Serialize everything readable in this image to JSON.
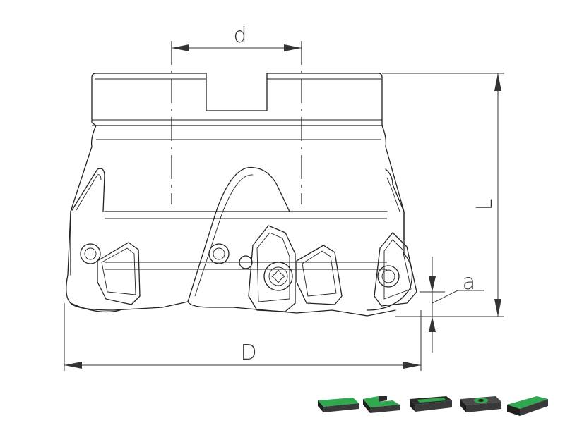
{
  "dimensions": {
    "d": "d",
    "L": "L",
    "a": "a",
    "D": "D"
  },
  "insert_icons": [
    {
      "name": "insert-flat-icon"
    },
    {
      "name": "insert-step-icon"
    },
    {
      "name": "insert-pocket-icon"
    },
    {
      "name": "insert-round-hole-icon"
    },
    {
      "name": "insert-wedge-icon"
    }
  ],
  "colors": {
    "line": "#222222",
    "insert_green": "#2fa84f",
    "insert_dark": "#2b2b2b"
  }
}
